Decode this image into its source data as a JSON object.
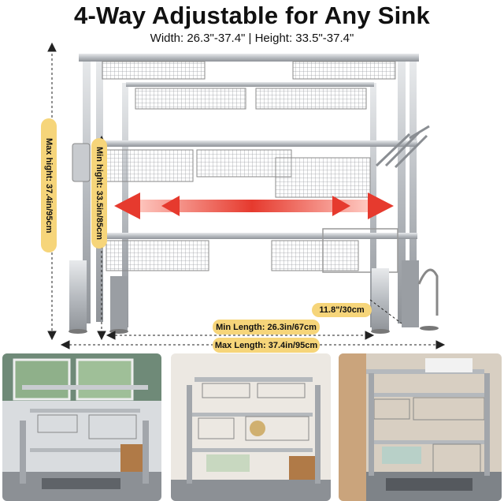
{
  "header": {
    "title": "4-Way Adjustable for Any Sink",
    "subtitle": "Width: 26.3\"-37.4\" | Height: 33.5\"-37.4\""
  },
  "labels": {
    "max_height": "Max hight: 37.4in/95cm",
    "min_height": "Min hight: 33.5in/85cm",
    "depth": "11.8\"/30cm",
    "min_length": "Min Length: 26.3in/67cm",
    "max_length": "Max Length: 37.4in/95cm"
  },
  "colors": {
    "accent_pill": "#f6d57a",
    "arrow": "#e63a2e",
    "steel": "#b9bcc0"
  },
  "photos": [
    {
      "name": "photo-window-kitchen"
    },
    {
      "name": "photo-white-tile-kitchen"
    },
    {
      "name": "photo-wood-cabinet-kitchen"
    }
  ]
}
